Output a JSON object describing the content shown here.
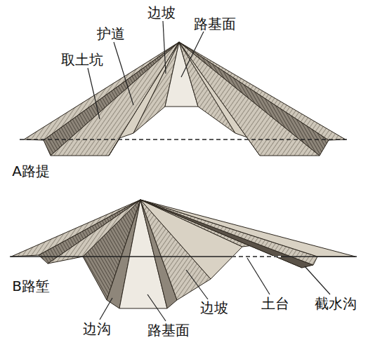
{
  "diagram": {
    "labels": [
      "边坡",
      "路基面",
      "护道",
      "取土坑",
      "A路提",
      "B路堑",
      "边沟",
      "路基面",
      "边坡",
      "土台",
      "截水沟"
    ]
  }
}
